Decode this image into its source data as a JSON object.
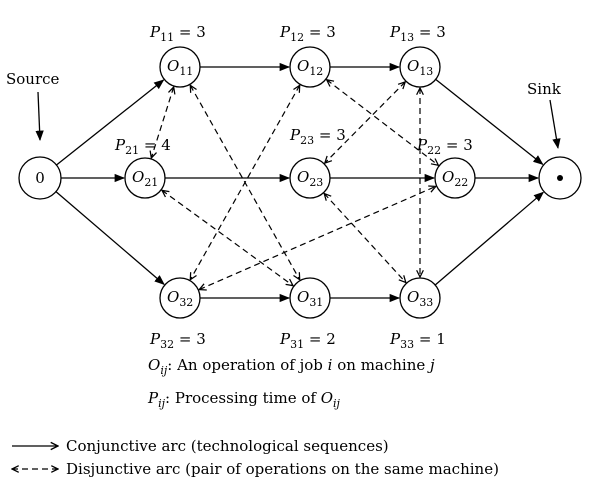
{
  "nodes": [
    {
      "id": "source",
      "label": "0"
    },
    {
      "id": "o11",
      "main": "O",
      "sub": "11"
    },
    {
      "id": "o12",
      "main": "O",
      "sub": "12"
    },
    {
      "id": "o13",
      "main": "O",
      "sub": "13"
    },
    {
      "id": "o21",
      "main": "O",
      "sub": "21"
    },
    {
      "id": "o23",
      "main": "O",
      "sub": "23"
    },
    {
      "id": "o22",
      "main": "O",
      "sub": "22"
    },
    {
      "id": "o32",
      "main": "O",
      "sub": "32"
    },
    {
      "id": "o31",
      "main": "O",
      "sub": "31"
    },
    {
      "id": "o33",
      "main": "O",
      "sub": "33"
    },
    {
      "id": "sink",
      "label": ""
    }
  ],
  "labels": {
    "source": "Source",
    "sink": "Sink"
  },
  "times": [
    {
      "node": "o11",
      "main": "P",
      "sub": "11",
      "value": " = 3"
    },
    {
      "node": "o12",
      "main": "P",
      "sub": "12",
      "value": " = 3"
    },
    {
      "node": "o13",
      "main": "P",
      "sub": "13",
      "value": " = 3"
    },
    {
      "node": "o21",
      "main": "P",
      "sub": "21",
      "value": " = 4"
    },
    {
      "node": "o23",
      "main": "P",
      "sub": "23",
      "value": " = 3"
    },
    {
      "node": "o22",
      "main": "P",
      "sub": "22",
      "value": " = 3"
    },
    {
      "node": "o32",
      "main": "P",
      "sub": "32",
      "value": " = 3"
    },
    {
      "node": "o31",
      "main": "P",
      "sub": "31",
      "value": " = 2"
    },
    {
      "node": "o33",
      "main": "P",
      "sub": "33",
      "value": " = 1"
    }
  ],
  "conjunctive": [
    [
      "source",
      "o11"
    ],
    [
      "source",
      "o21"
    ],
    [
      "source",
      "o32"
    ],
    [
      "o11",
      "o12"
    ],
    [
      "o12",
      "o13"
    ],
    [
      "o13",
      "sink"
    ],
    [
      "o21",
      "o23"
    ],
    [
      "o23",
      "o22"
    ],
    [
      "o22",
      "sink"
    ],
    [
      "o32",
      "o31"
    ],
    [
      "o31",
      "o33"
    ],
    [
      "o33",
      "sink"
    ]
  ],
  "disjunctive": [
    [
      "o11",
      "o21"
    ],
    [
      "o11",
      "o31"
    ],
    [
      "o21",
      "o31"
    ],
    [
      "o12",
      "o32"
    ],
    [
      "o12",
      "o22"
    ],
    [
      "o32",
      "o22"
    ],
    [
      "o13",
      "o23"
    ],
    [
      "o13",
      "o33"
    ],
    [
      "o23",
      "o33"
    ]
  ],
  "definitions": {
    "oij_main": "O",
    "oij_sub": "ij",
    "oij_text": ": An operation of job ",
    "oij_i": "i",
    "oij_mid": " on machine ",
    "oij_j": "j",
    "pij_main": "P",
    "pij_sub": "ij",
    "pij_text": ": Processing time of ",
    "pij_o": "O",
    "pij_osub": "ij"
  },
  "legend": {
    "conjunctive": "Conjunctive arc (technological sequences)",
    "disjunctive": "Disjunctive arc (pair of operations on the same machine)"
  }
}
